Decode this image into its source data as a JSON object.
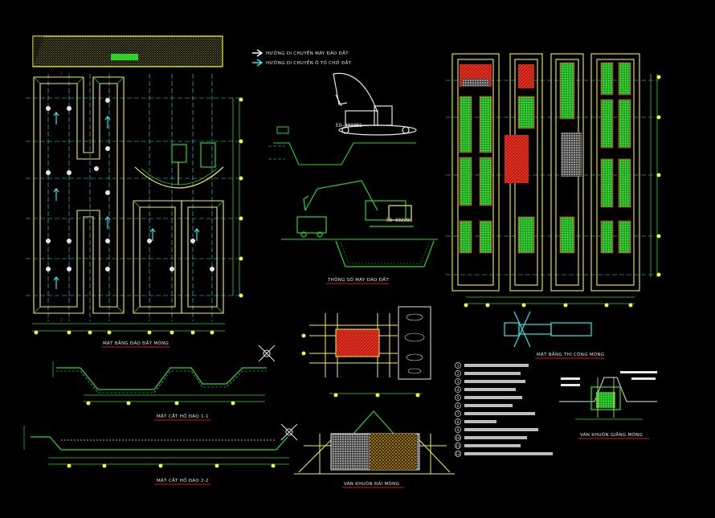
{
  "colors": {
    "background": "#000000",
    "outline": "#f2f24a",
    "green": "#27d627",
    "cyan": "#2ee6e6",
    "red": "#e0261c",
    "white": "#e6e6e6",
    "title_underline": "#d01818"
  },
  "legend": {
    "excavator_direction": "HƯỚNG DI CHUYỂN MÁY ĐÀO ĐẤT",
    "truck_direction": "HƯỚNG DI CHUYỂN Ô TÔ CHỞ ĐẤT"
  },
  "machine_labels": {
    "excavator_top": "EO–3322B1",
    "excavator_bottom": "EO–3322B1"
  },
  "titles": {
    "excavation_plan": "MẶT BẰNG ĐÀO ĐẤT MÓNG",
    "excavator_parameters": "THÔNG SỐ MÁY ĐÀO ĐẤT",
    "construction_plan": "MẶT BẰNG THI CÔNG MÓNG",
    "section_1": "MẶT CẮT HỐ ĐÀO 1-1",
    "section_2": "MẶT CẮT HỐ ĐÀO 2-2",
    "raft_formwork": "VÁN KHUÔN ĐÀI MÓNG",
    "beam_formwork": "VÁN KHUÔN GIẰNG MÓNG"
  },
  "section_marks": {
    "mark_1": "1",
    "mark_2": "2"
  },
  "note_callouts": [
    "1",
    "2",
    "3",
    "4",
    "5",
    "6",
    "7",
    "8",
    "9",
    "10",
    "11",
    "12"
  ]
}
